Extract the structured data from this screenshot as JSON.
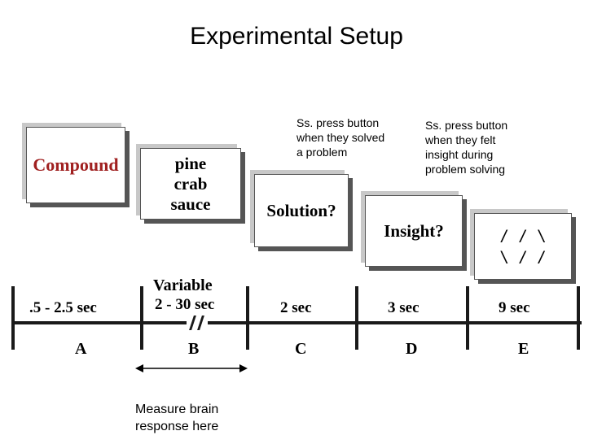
{
  "title": "Experimental Setup",
  "cards": {
    "a": "Compound",
    "b": [
      "pine",
      "crab",
      "sauce"
    ],
    "c": "Solution?",
    "d": "Insight?",
    "e": [
      "/ / \\",
      "\\ / /"
    ]
  },
  "notes": {
    "solved": [
      "Ss. press button",
      "when they solved",
      "a problem"
    ],
    "insight": [
      "Ss. press button",
      "when they felt",
      "insight during",
      "problem solving"
    ]
  },
  "timeline": {
    "variable_label": "Variable",
    "periods": {
      "a": ".5 - 2.5 sec",
      "b": "2 - 30 sec",
      "c": "2 sec",
      "d": "3 sec",
      "e": "9 sec"
    },
    "segments": [
      "A",
      "B",
      "C",
      "D",
      "E"
    ]
  },
  "measure": [
    "Measure brain",
    "response here"
  ],
  "colors": {
    "compound_text": "#a02020",
    "line": "#1a1a1a"
  }
}
